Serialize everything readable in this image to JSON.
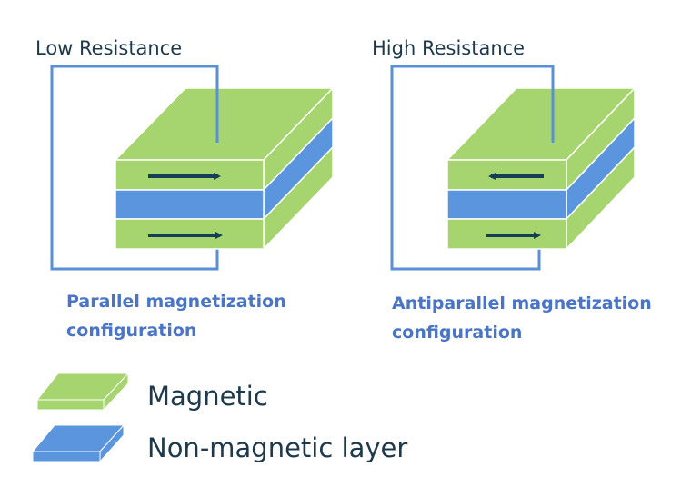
{
  "colors": {
    "magnetic": "#a6d46e",
    "non_magnetic": "#5b95de",
    "wire": "#5b8fd6",
    "arrow": "#143f57",
    "text": "#1d3a4c",
    "caption": "#4a74c6"
  },
  "panels": [
    {
      "title": "Low Resistance",
      "caption_line1": "Parallel magnetization",
      "caption_line2": "configuration",
      "top_arrow": "right",
      "bottom_arrow": "right"
    },
    {
      "title": "High Resistance",
      "caption_line1": "Antiparallel magnetization",
      "caption_line2": "configuration",
      "top_arrow": "left",
      "bottom_arrow": "right"
    }
  ],
  "legend": [
    {
      "label": "Magnetic"
    },
    {
      "label": "Non-magnetic layer"
    }
  ]
}
